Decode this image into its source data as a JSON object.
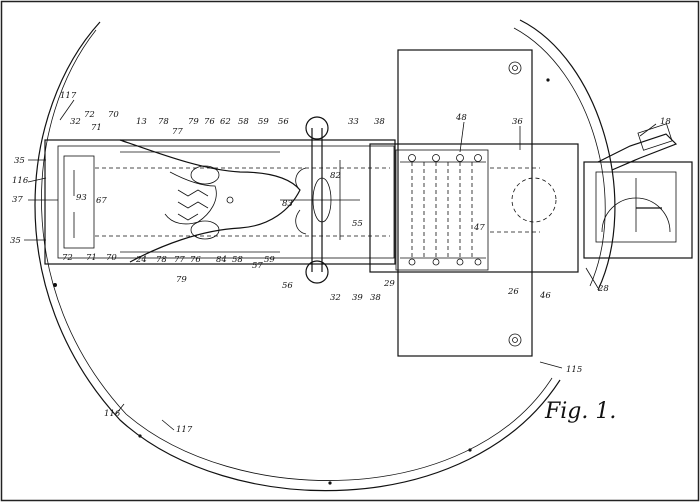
{
  "caption": "Fig. 1.",
  "labels": {
    "l117a": "117",
    "l72a": "72",
    "l70a": "70",
    "l32a": "32",
    "l71a": "71",
    "l13": "13",
    "l78a": "78",
    "l77a": "77",
    "l79a": "79",
    "l76a": "76",
    "l62": "62",
    "l58a": "58",
    "l59a": "59",
    "l56a": "56",
    "l33": "33",
    "l38a": "38",
    "l48": "48",
    "l36": "36",
    "l18": "18",
    "l35a": "35",
    "l116a": "116",
    "l37": "37",
    "l35b": "35",
    "l93": "93",
    "l67": "67",
    "l82": "82",
    "l83": "83",
    "l55": "55",
    "l47": "47",
    "l72b": "72",
    "l71b": "71",
    "l70b": "70",
    "l24": "24",
    "l78b": "78",
    "l77b": "77",
    "l76b": "76",
    "l84": "84",
    "l58b": "58",
    "l57": "57",
    "l59b": "59",
    "l56b": "56",
    "l32b": "32",
    "l39": "39",
    "l38b": "38",
    "l29": "29",
    "l26": "26",
    "l46": "46",
    "l28": "28",
    "l79b": "79",
    "l115": "115",
    "l116b": "116",
    "l117b": "117"
  }
}
